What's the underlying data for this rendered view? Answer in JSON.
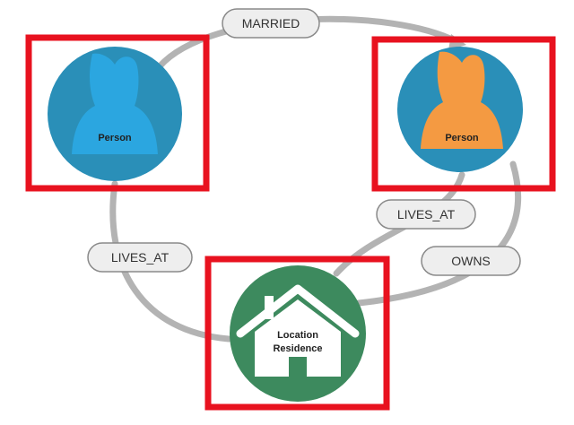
{
  "nodes": {
    "person_left": {
      "label": "Person",
      "body_color": "#2ba6e0",
      "circle_color": "#2a8fb8"
    },
    "person_right": {
      "label": "Person",
      "body_color": "#f49a42",
      "circle_color": "#2a8fb8"
    },
    "location": {
      "label_line1": "Location",
      "label_line2": "Residence",
      "circle_color": "#3d8a5e",
      "house_color": "#ffffff"
    }
  },
  "edges": {
    "married": "MARRIED",
    "lives_at_left": "LIVES_AT",
    "lives_at_right": "LIVES_AT",
    "owns": "OWNS"
  },
  "colors": {
    "highlight_box": "#e8121f",
    "edge_line": "#b3b3b3",
    "label_fill": "#eeeeee",
    "label_stroke": "#8a8a8a"
  }
}
